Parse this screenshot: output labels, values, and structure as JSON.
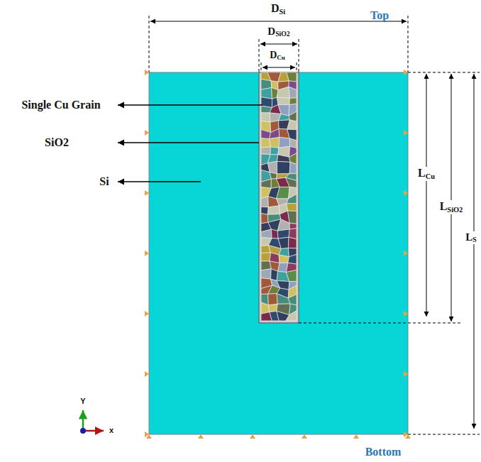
{
  "diagram": {
    "labels": [
      "DSi",
      "DSiO2",
      "DCu",
      "Top",
      "Single Cu Grain",
      "SiO2",
      "Si",
      "LCu",
      "LSiO2",
      "LS",
      "Bottom",
      "Y",
      "x"
    ]
  }
}
